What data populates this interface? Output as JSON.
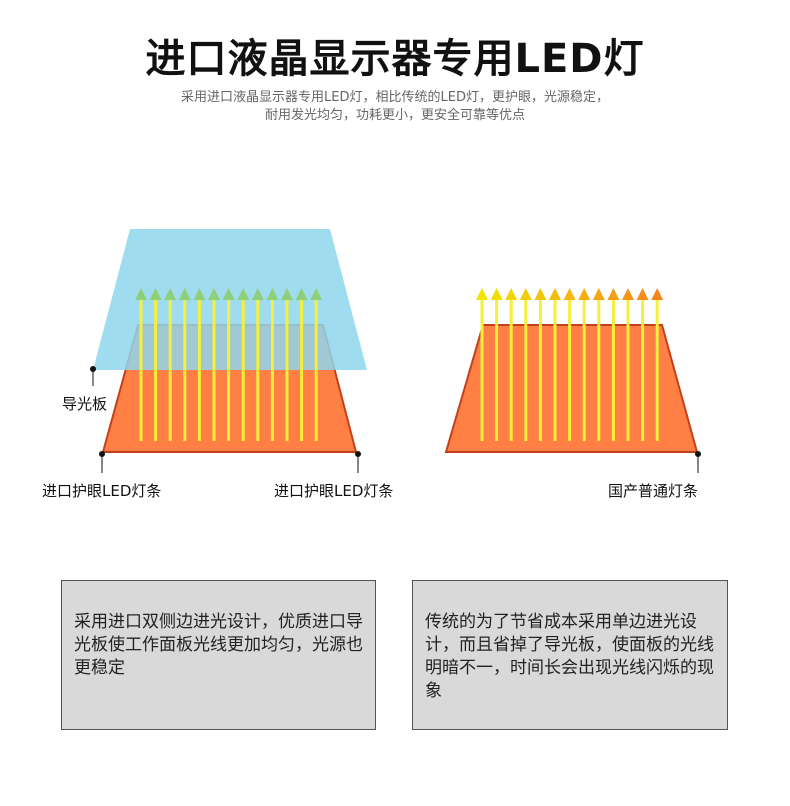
{
  "header": {
    "title": "进口液晶显示器专用LED灯",
    "subtitle_line1": "采用进口液晶显示器专用LED灯，相比传统的LED灯，更护眼，光源稳定，",
    "subtitle_line2": "耐用发光均匀，功耗更小，更安全可靠等优点"
  },
  "labels": {
    "light_guide": "导光板",
    "left_strip_a": "进口护眼LED灯条",
    "left_strip_b": "进口护眼LED灯条",
    "right_strip": "国产普通灯条"
  },
  "boxes": {
    "left_text": "采用进口双侧边进光设计，优质进口导光板使工作面板光线更加均匀，光源也更稳定",
    "right_text": "传统的为了节省成本采用单边进光设计，而且省掉了导光板，使面板的光线明暗不一，时间长会出现光线闪烁的现象"
  },
  "colors": {
    "panel_fill": "#ff7f45",
    "panel_stroke": "#c4401a",
    "guide_fill": "#8fd6ec",
    "left_arrow_head": "#8ed07a",
    "right_arrow_head_start": "#f2e500",
    "right_arrow_head_end": "#f5861e",
    "beam": "#f6ef3c"
  }
}
